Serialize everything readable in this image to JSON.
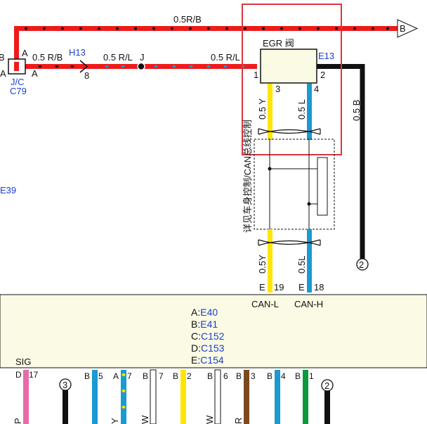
{
  "colors": {
    "red": "#ef1a1a",
    "blue_wire": "#1a9ad0",
    "yellow": "#ffe600",
    "black": "#111111",
    "brown": "#7a4a1e",
    "green": "#0a9a3a",
    "pink": "#e86aa8",
    "panel": "#fbfae4",
    "highlight": "#d9363e",
    "label_blue": "#1a3fd0"
  },
  "top_wire": {
    "label": "0.5R/B",
    "end_ref": "B"
  },
  "junction": {
    "pin_left": "B",
    "pin_top": "A",
    "pin_a_left": "A",
    "pin_a_right": "A",
    "name": "J/C",
    "code": "C79"
  },
  "main_wire": {
    "label_1": "0.5 R/B",
    "connector": "H13",
    "pin": "8",
    "label_2": "0.5 R/L",
    "splice": "J",
    "label_3": "0.5 R/L"
  },
  "egr": {
    "title": "EGR 阀",
    "code": "E13",
    "pin1": "1",
    "pin2": "2",
    "pin3": "3",
    "pin4": "4",
    "wire_y": "0.5 Y",
    "wire_l": "0.5 L",
    "ground_wire": "0.5 B",
    "ground_ref": "2"
  },
  "side_ref": "E39",
  "can_module": {
    "note": "详见车身控制/CAN总线控制",
    "wire_y": "0.5Y",
    "wire_l": "0.5L",
    "conn_l": "E",
    "pin_l": "19",
    "conn_h": "E",
    "pin_h": "18",
    "label_l": "CAN-L",
    "label_h": "CAN-H"
  },
  "connector_legend": [
    {
      "key": "A:",
      "value": "E40"
    },
    {
      "key": "B:",
      "value": "E41"
    },
    {
      "key": "C:",
      "value": "C152"
    },
    {
      "key": "D:",
      "value": "C153"
    },
    {
      "key": "E:",
      "value": "C154"
    }
  ],
  "bottom_pins": {
    "sig_label": "SIG",
    "p1_conn": "D",
    "p1_num": "17",
    "p1_bottom": "P",
    "p2_ref": "3",
    "p3_conn": "B",
    "p3_num": "5",
    "p4_conn": "A",
    "p4_num": "7",
    "p4_bottom": "Y",
    "p5_conn": "B",
    "p5_num": "7",
    "p5_bottom": "W",
    "p6_conn": "B",
    "p6_num": "2",
    "p7_conn": "B",
    "p7_num": "6",
    "p7_bottom": "W",
    "p8_conn": "B",
    "p8_num": "3",
    "p8_bottom": "R",
    "p9_conn": "B",
    "p9_num": "4",
    "p10_conn": "B",
    "p10_num": "1",
    "p11_ref": "2"
  }
}
